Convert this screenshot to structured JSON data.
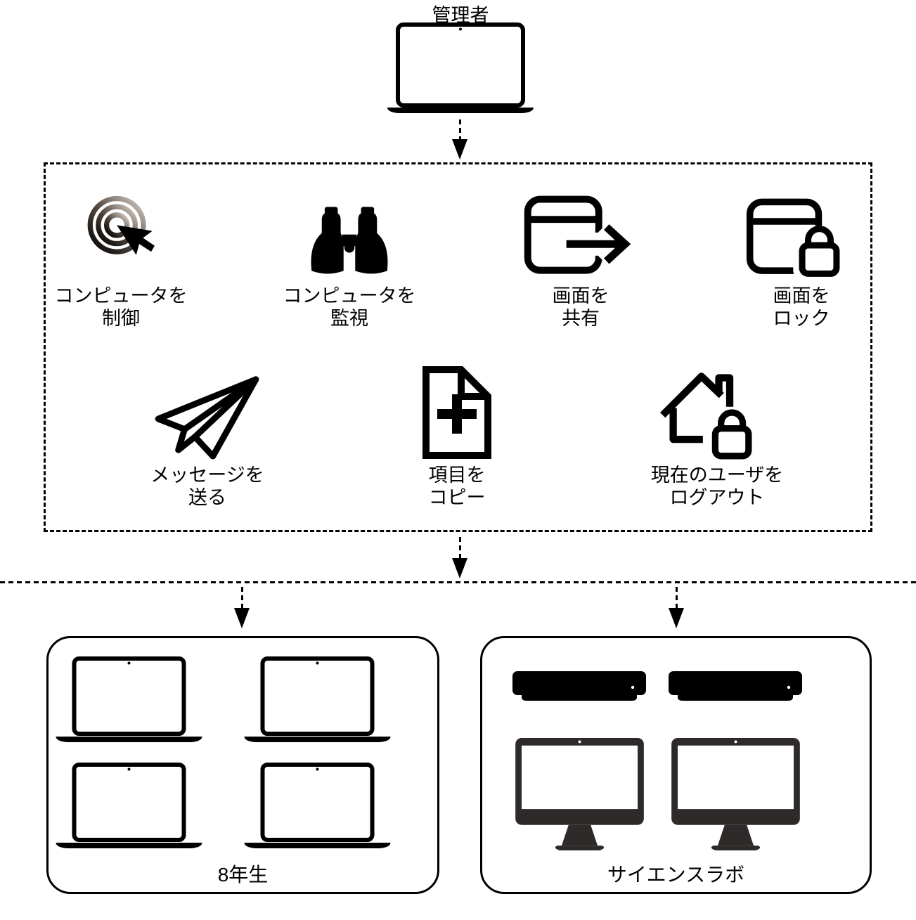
{
  "admin": {
    "label": "管理者",
    "icon": "laptop"
  },
  "actions": [
    {
      "icon": "click-signal-cursor",
      "line1": "コンピュータを",
      "line2": "制御"
    },
    {
      "icon": "binoculars",
      "line1": "コンピュータを",
      "line2": "監視"
    },
    {
      "icon": "window-arrow-out",
      "line1": "画面を",
      "line2": "共有"
    },
    {
      "icon": "window-padlock",
      "line1": "画面を",
      "line2": "ロック"
    },
    {
      "icon": "paper-plane",
      "line1": "メッセージを",
      "line2": "送る"
    },
    {
      "icon": "document-plus",
      "line1": "項目を",
      "line2": "コピー"
    },
    {
      "icon": "house-padlock",
      "line1": "現在のユーザを",
      "line2": "ログアウト"
    }
  ],
  "groups": {
    "classroom": {
      "label": "8年生",
      "device_icons": [
        "laptop",
        "laptop",
        "laptop",
        "laptop"
      ]
    },
    "lab": {
      "label": "サイエンスラボ",
      "device_icons": [
        "flat-unit",
        "flat-unit",
        "desktop-monitor",
        "desktop-monitor"
      ]
    }
  },
  "colors": {
    "ink": "#000000",
    "monitor_body": "#2e2a2a",
    "signal_fade_end": "#d9d2ca"
  }
}
